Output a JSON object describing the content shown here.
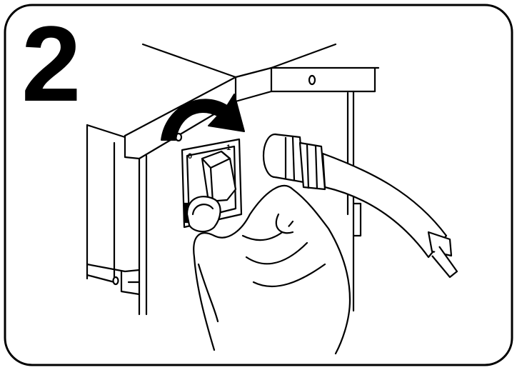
{
  "step": {
    "number": "2"
  },
  "switch": {
    "label_off": "0",
    "label_on": "1"
  },
  "colors": {
    "line": "#000000",
    "background": "#ffffff",
    "arrow": "#000000"
  },
  "icons": {
    "rotate_arrow": "clockwise-arrow-icon"
  }
}
